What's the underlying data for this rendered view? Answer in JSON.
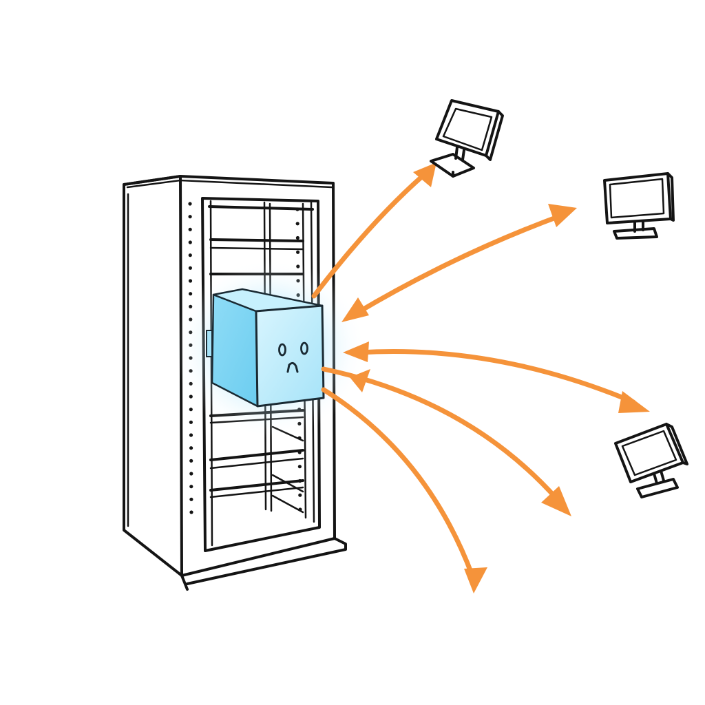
{
  "colors": {
    "ink": "#141414",
    "arrow": "#f5933a",
    "glow": "#7fd6f7",
    "module_fill": "#a9e6fb",
    "module_face": "#c9f1fd",
    "background": "#ffffff"
  },
  "icons": {
    "rack": "server-rack-icon",
    "module": "glowing-server-module-icon",
    "client": "computer-monitor-icon"
  },
  "diagram": {
    "nodes": [
      "server-rack",
      "server-module",
      "monitor-1",
      "monitor-2",
      "monitor-3"
    ],
    "arrows": [
      {
        "from": "server-module",
        "to": "monitor-1",
        "heads": "end"
      },
      {
        "from": "server-module",
        "to": "monitor-2",
        "heads": "both"
      },
      {
        "from": "server-module",
        "to": "monitor-3",
        "heads": "both"
      },
      {
        "from": "server-module",
        "to": "offscreen-right",
        "heads": "both"
      },
      {
        "from": "server-module",
        "to": "offscreen-bottom",
        "heads": "end"
      }
    ]
  }
}
